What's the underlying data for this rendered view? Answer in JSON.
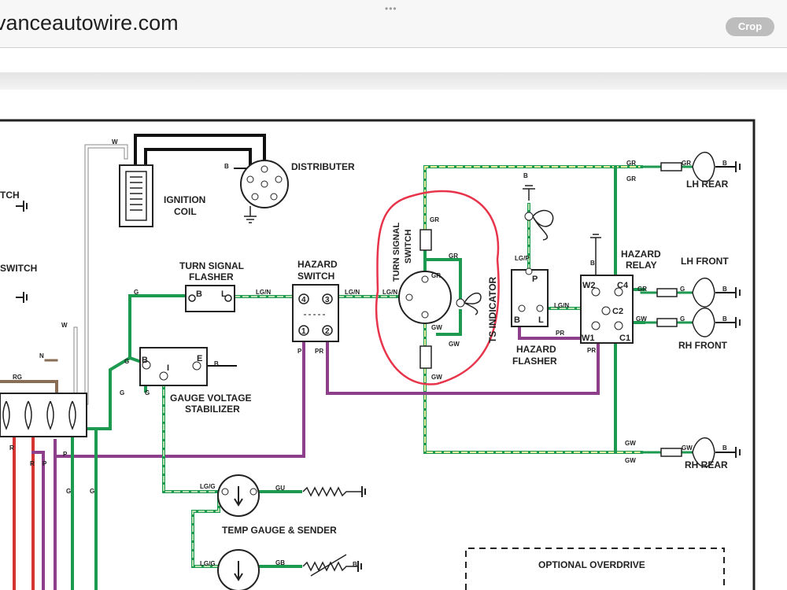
{
  "browser": {
    "url": "vanceautowire.com",
    "crop_button": "Crop",
    "dots": "•••"
  },
  "diagram": {
    "labels": {
      "distributer": "DISTRIBUTER",
      "ignition_coil_1": "IGNITION",
      "ignition_coil_2": "COIL",
      "turn_signal_flasher_1": "TURN SIGNAL",
      "turn_signal_flasher_2": "FLASHER",
      "hazard_switch_1": "HAZARD",
      "hazard_switch_2": "SWITCH",
      "turn_signal_switch_1": "TURN SIGNAL",
      "turn_signal_switch_2": "SWITCH",
      "ts_indicator": "TS INDICATOR",
      "hazard_flasher_1": "HAZARD",
      "hazard_flasher_2": "FLASHER",
      "hazard_relay_1": "HAZARD",
      "hazard_relay_2": "RELAY",
      "lh_rear": "LH REAR",
      "lh_front": "LH FRONT",
      "rh_front": "RH FRONT",
      "rh_rear": "RH REAR",
      "gauge_voltage_1": "GAUGE VOLTAGE",
      "gauge_voltage_2": "STABILIZER",
      "temp_gauge": "TEMP GAUGE & SENDER",
      "optional_overdrive": "OPTIONAL OVERDRIVE",
      "switch_1": "TCH",
      "switch_2": "SWITCH"
    },
    "terminals": {
      "b": "B",
      "l": "L",
      "e": "E",
      "i": "I",
      "p": "P",
      "four": "4",
      "three": "3",
      "one": "1",
      "two": "2",
      "w2": "W2",
      "c4": "C4",
      "c2": "C2",
      "w1": "W1",
      "c1": "C1"
    },
    "wires": {
      "w": "W",
      "b": "B",
      "g": "G",
      "lgn": "LG/N",
      "gr": "GR",
      "gw": "GW",
      "lgp": "LG/P",
      "pr": "PR",
      "p": "P",
      "n": "N",
      "rg": "RG",
      "r": "R",
      "lgg": "LG/G",
      "gu": "GU",
      "gb": "GB"
    },
    "colors": {
      "green": "#1c9a4f",
      "light_green": "#a8d8a0",
      "purple": "#8e3f8c",
      "red": "#d63333",
      "brown": "#8a6d55",
      "annotation": "#e8344a"
    }
  }
}
